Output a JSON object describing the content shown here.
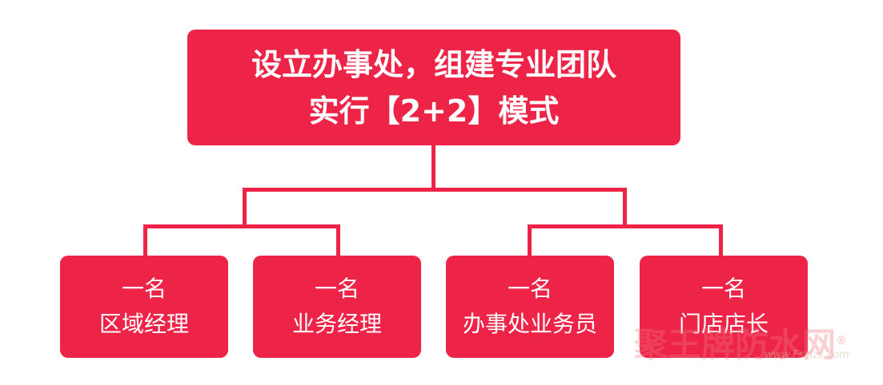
{
  "title": {
    "line1": "设立办事处，组建专业团队",
    "line2": "实行【2+2】模式"
  },
  "roles": [
    {
      "count": "一名",
      "name": "区域经理"
    },
    {
      "count": "一名",
      "name": "业务经理"
    },
    {
      "count": "一名",
      "name": "办事处业务员"
    },
    {
      "count": "一名",
      "name": "门店店长"
    }
  ],
  "watermark": {
    "text": "聚王牌防水网",
    "url": "www.Fsclzs.com",
    "mark": "®"
  },
  "colors": {
    "accent": "#ee2348"
  }
}
